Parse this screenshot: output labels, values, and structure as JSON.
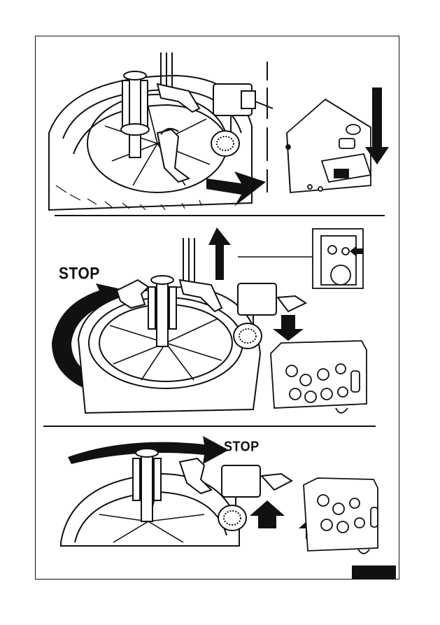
{
  "panels": [
    {
      "stop_label": ""
    },
    {
      "stop_label": "STOP"
    },
    {
      "stop_label": "STOP"
    }
  ],
  "colors": {
    "ink": "#111111",
    "paper": "#ffffff",
    "tab": "#111111"
  },
  "icons": [
    "wheel-illustration",
    "mount-head-illustration",
    "foot-pedal-illustration",
    "control-panel-illustration",
    "arrow-icon",
    "rotation-arrow-icon"
  ]
}
